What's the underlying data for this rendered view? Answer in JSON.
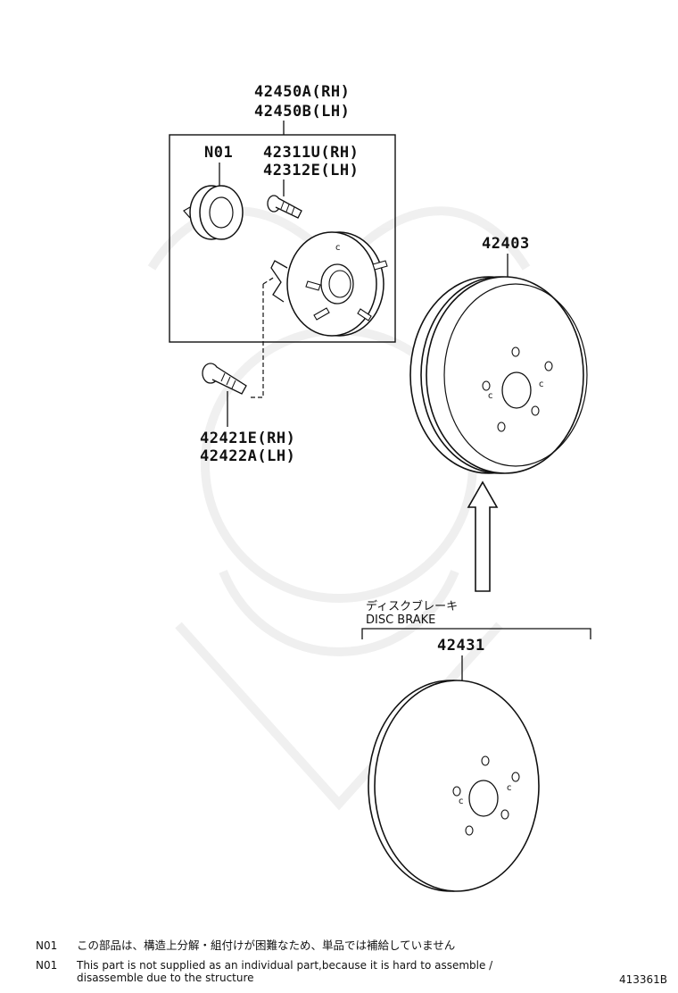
{
  "parts": {
    "hub_assembly": [
      "42450A(RH)",
      "42450B(LH)"
    ],
    "bearing_note_ref": "N01",
    "hub_bolt": [
      "42311U(RH)",
      "42312E(LH)"
    ],
    "mounting_bolt": [
      "42421E(RH)",
      "42422A(LH)"
    ],
    "brake_drum": "42403",
    "disc_rotor": "42431"
  },
  "disc_brake_caption": {
    "japanese": "ディスクブレーキ",
    "english": "DISC BRAKE"
  },
  "notes": [
    {
      "code": "N01",
      "text": "この部品は、構造上分解・組付けが困難なため、単品では補給していません"
    },
    {
      "code": "N01",
      "text": "This part is not supplied as an individual part,because it is hard to assemble / disassemble due to the structure"
    }
  ],
  "figure_code": "413361B"
}
